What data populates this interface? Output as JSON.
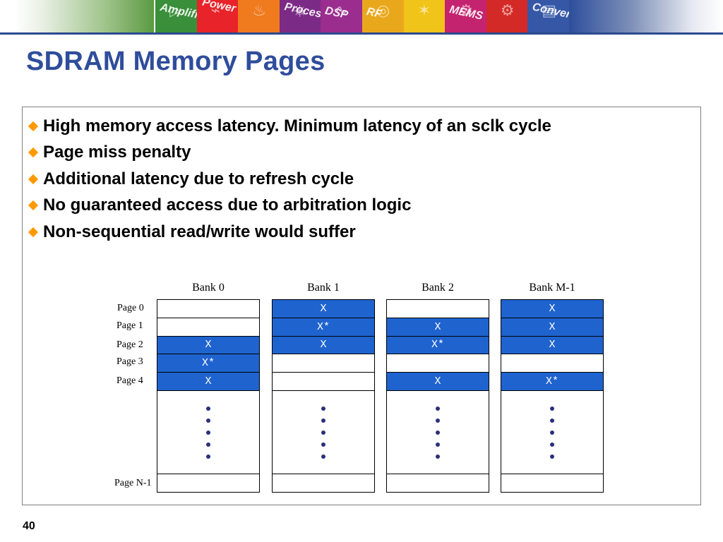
{
  "banner": {
    "tiles": [
      {
        "label": "Amplifiers",
        "color": "#3a8f3a"
      },
      {
        "label": "Power Management",
        "color": "#e8232a"
      },
      {
        "label": "",
        "color": "#f07a1e"
      },
      {
        "label": "Processors",
        "color": "#7b2a86"
      },
      {
        "label": "DSP",
        "color": "#9a2d8e"
      },
      {
        "label": "RF",
        "color": "#e9a81c"
      },
      {
        "label": "",
        "color": "#f0c419"
      },
      {
        "label": "MEMS",
        "color": "#c4236f"
      },
      {
        "label": "",
        "color": "#d42a27"
      },
      {
        "label": "Converters",
        "color": "#3557a6"
      }
    ]
  },
  "title": "SDRAM Memory Pages",
  "bullets": [
    "High memory access latency. Minimum latency of an sclk cycle",
    "Page miss penalty",
    "Additional latency due to refresh cycle",
    "No guaranteed access due to arbitration logic",
    "Non-sequential read/write would suffer"
  ],
  "diagram": {
    "banks": [
      "Bank 0",
      "Bank 1",
      "Bank 2",
      "Bank M-1"
    ],
    "pages": [
      "Page 0",
      "Page 1",
      "Page 2",
      "Page 3",
      "Page 4"
    ],
    "last_page": "Page N-1",
    "cells": [
      [
        "",
        "",
        "X",
        "X*",
        "X"
      ],
      [
        "X",
        "X*",
        "X",
        "",
        ""
      ],
      [
        "",
        "X",
        "X*",
        "",
        "X"
      ],
      [
        "X",
        "X",
        "X",
        "",
        "X*"
      ]
    ],
    "filled_color": "#1f63cf"
  },
  "slide_number": "40"
}
